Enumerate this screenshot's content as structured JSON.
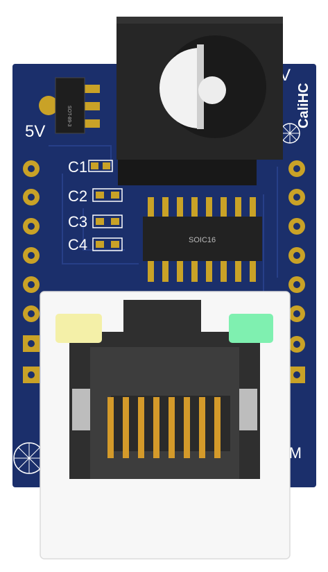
{
  "board": {
    "colors": {
      "pcb": "#1b2f6b",
      "pcb_trace": "#23397e",
      "pad_gold": "#c9a227",
      "silkscreen": "#ffffff",
      "jack_body": "#2b2b2b",
      "rj45_shell": "#f7f7f7",
      "rj45_cavity": "#3a3a3a",
      "led_left": "#f4f0a8",
      "led_right": "#7ff0b0"
    },
    "labels": {
      "power_left": "5V",
      "power_right": "V",
      "brand": "CaliHC",
      "cap1": "C1",
      "cap2": "C2",
      "cap3": "C3",
      "cap4": "C4",
      "ic_package": "SOIC16",
      "regulator_package": "SOT-89-3",
      "bottom_right": "AM"
    },
    "counts": {
      "left_header_pins": 8,
      "right_header_pins": 8,
      "ic_pins_per_side": 8,
      "rj45_contacts": 8
    }
  }
}
